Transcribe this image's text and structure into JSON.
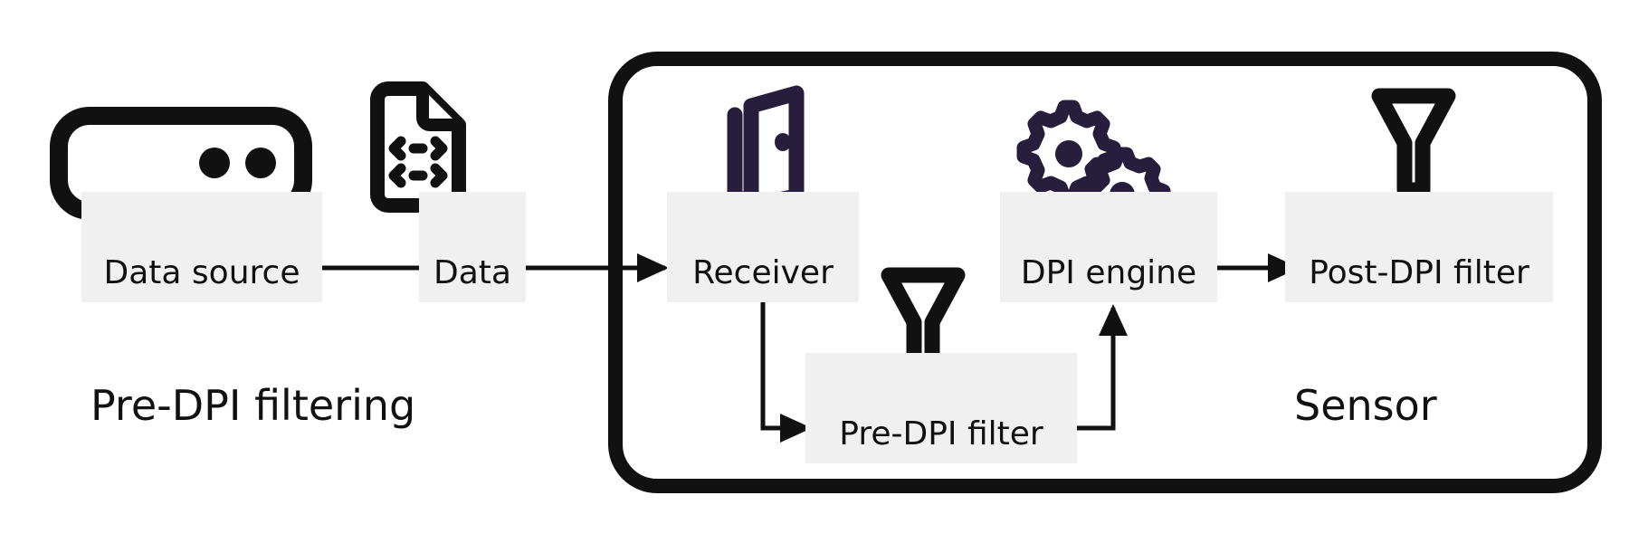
{
  "diagram": {
    "title_left": "Pre-DPI filtering",
    "title_right": "Sensor",
    "colors": {
      "stroke_black": "#111111",
      "icon_navy": "#261e3c",
      "label_bg": "#f0f0f0",
      "canvas": "#ffffff"
    }
  },
  "nodes": {
    "data_source": {
      "label": "Data source",
      "icon": "server-icon"
    },
    "data": {
      "label": "Data",
      "icon": "data-file-icon"
    },
    "receiver": {
      "label": "Receiver",
      "icon": "open-door-icon"
    },
    "pre_dpi_filter": {
      "label": "Pre-DPI filter",
      "icon": "funnel-icon"
    },
    "dpi_engine": {
      "label": "DPI engine",
      "icon": "gears-icon"
    },
    "post_dpi_filter": {
      "label": "Post-DPI filter",
      "icon": "funnel-icon"
    }
  },
  "groups": {
    "pre_dpi_filtering": {
      "label": "Pre-DPI filtering"
    },
    "sensor": {
      "label": "Sensor"
    }
  },
  "edges": [
    {
      "from": "data_source",
      "to": "data",
      "arrow": false
    },
    {
      "from": "data",
      "to": "receiver",
      "arrow": true
    },
    {
      "from": "receiver",
      "to": "pre_dpi_filter",
      "arrow": true
    },
    {
      "from": "pre_dpi_filter",
      "to": "dpi_engine",
      "arrow": true
    },
    {
      "from": "dpi_engine",
      "to": "post_dpi_filter",
      "arrow": true
    }
  ]
}
